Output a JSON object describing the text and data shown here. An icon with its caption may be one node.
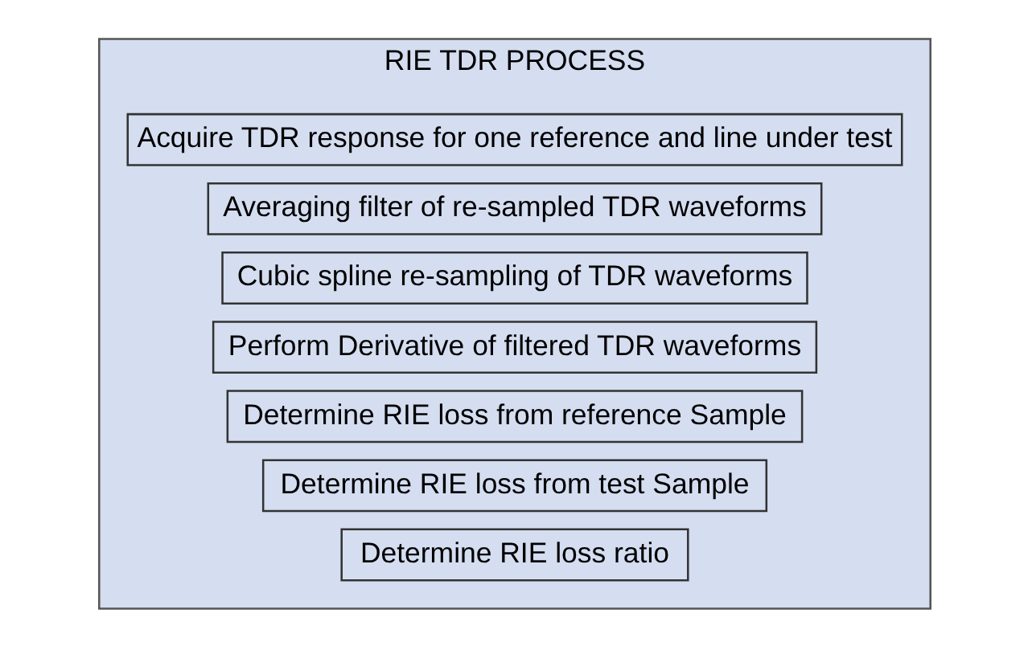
{
  "diagram": {
    "nodes": [
      {
        "text": [
          "RIE TDR PROCESS"
        ]
      },
      {
        "text": [
          "Acquire TDR response for one reference and line under test"
        ],
        "in": 0
      },
      {
        "text": [
          "Averaging filter of re-sampled TDR waveforms"
        ],
        "in": 0
      },
      {
        "text": [
          "Cubic spline re-sampling of TDR waveforms"
        ],
        "in": 0
      },
      {
        "text": [
          "Perform Derivative of filtered TDR waveforms"
        ],
        "in": 0
      },
      {
        "text": [
          "Determine RIE loss from reference Sample"
        ],
        "in": 0
      },
      {
        "text": [
          "Determine RIE loss from test Sample"
        ],
        "in": 0
      },
      {
        "text": [
          "Determine RIE loss ratio"
        ],
        "in": 0
      }
    ],
    "edges": []
  }
}
